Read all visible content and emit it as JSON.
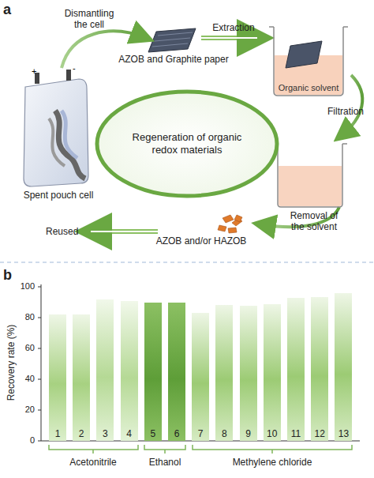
{
  "diagram": {
    "nodes": [
      {
        "text": [
          "Regeneration of organic redox materials"
        ]
      },
      {
        "text": [
          "Organic solvent"
        ]
      },
      {
        "text": [
          "1"
        ]
      },
      {
        "text": [
          "2"
        ]
      },
      {
        "text": [
          "3"
        ]
      },
      {
        "text": [
          "4"
        ]
      },
      {
        "text": [
          "5"
        ]
      },
      {
        "text": [
          "6"
        ]
      },
      {
        "text": [
          "7"
        ]
      },
      {
        "text": [
          "8"
        ]
      },
      {
        "text": [
          "9"
        ]
      },
      {
        "text": [
          "10"
        ]
      },
      {
        "text": [
          "11"
        ]
      },
      {
        "text": [
          "12"
        ]
      },
      {
        "text": [
          "13"
        ]
      }
    ],
    "labels": [
      "a",
      "Dismantling the cell",
      "AZOB and Graphite paper",
      "Extraction",
      "Filtration",
      "Spent pouch cell",
      "Removal of the solvent",
      "AZOB and/or HAZOB",
      "Reused",
      "b",
      "Recovery rate (%)",
      "100",
      "80",
      "60",
      "40",
      "20",
      "0",
      "Acetonitrile",
      "Ethanol",
      "Methylene chloride"
    ]
  }
}
